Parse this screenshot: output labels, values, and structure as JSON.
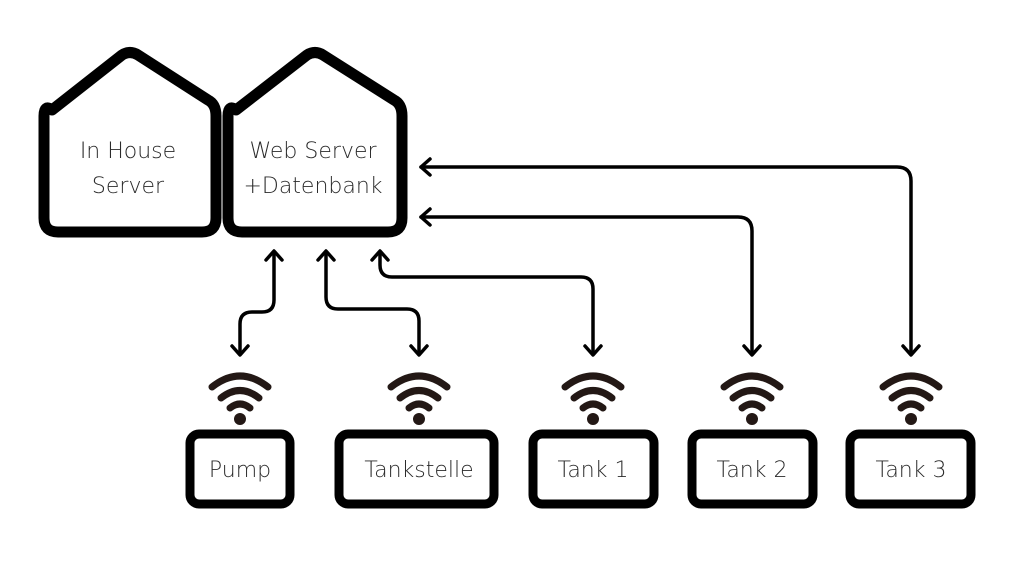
{
  "servers": [
    {
      "id": "in-house-server",
      "lines": [
        "In House",
        "Server"
      ]
    },
    {
      "id": "web-server",
      "lines": [
        "Web Server",
        "+Datenbank"
      ]
    }
  ],
  "devices": [
    {
      "id": "pump",
      "label": "Pump",
      "icon": "wifi-icon"
    },
    {
      "id": "tankstelle",
      "label": "Tankstelle",
      "icon": "wifi-icon"
    },
    {
      "id": "tank-1",
      "label": "Tank 1",
      "icon": "wifi-icon"
    },
    {
      "id": "tank-2",
      "label": "Tank 2",
      "icon": "wifi-icon"
    },
    {
      "id": "tank-3",
      "label": "Tank 3",
      "icon": "wifi-icon"
    }
  ],
  "connections": [
    {
      "from": "web-server",
      "to": "pump",
      "direction": "bidirectional"
    },
    {
      "from": "web-server",
      "to": "tankstelle",
      "direction": "bidirectional"
    },
    {
      "from": "web-server",
      "to": "tank-1",
      "direction": "bidirectional"
    },
    {
      "from": "web-server",
      "to": "tank-2",
      "direction": "bidirectional"
    },
    {
      "from": "web-server",
      "to": "tank-3",
      "direction": "bidirectional"
    }
  ],
  "colors": {
    "stroke": "#000000",
    "wifi": "#231815",
    "text": "#2a2a2a",
    "background": "#ffffff"
  }
}
